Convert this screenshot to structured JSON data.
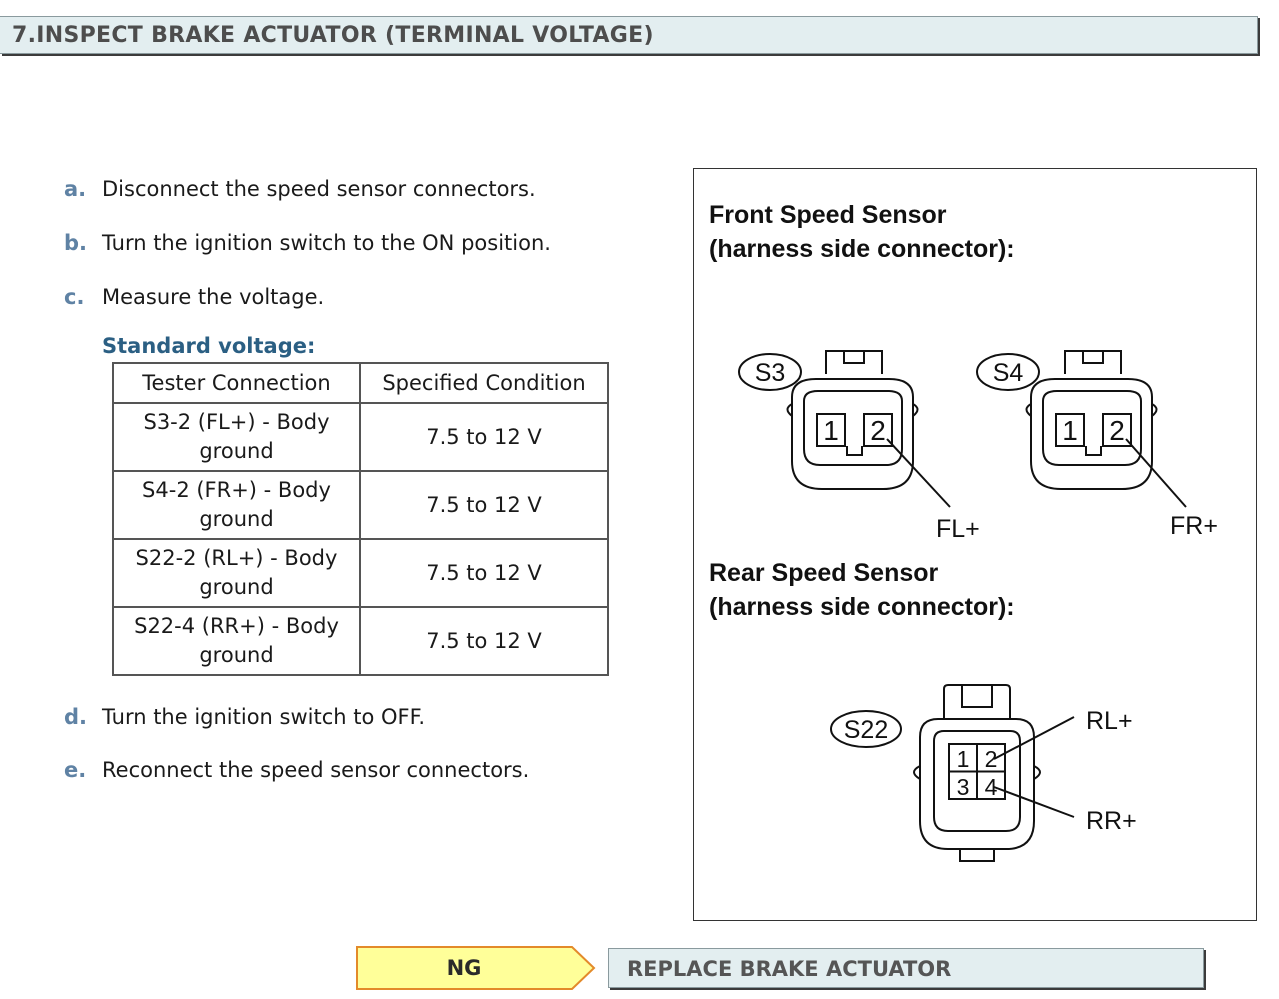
{
  "header": {
    "title": "7.INSPECT BRAKE ACTUATOR (TERMINAL VOLTAGE)"
  },
  "steps": [
    {
      "letter": "a.",
      "text": "Disconnect the speed sensor connectors."
    },
    {
      "letter": "b.",
      "text": "Turn the ignition switch to the ON position."
    },
    {
      "letter": "c.",
      "text": "Measure the voltage."
    },
    {
      "letter": "d.",
      "text": "Turn the ignition switch to OFF."
    },
    {
      "letter": "e.",
      "text": "Reconnect the speed sensor connectors."
    }
  ],
  "standard": {
    "label": "Standard voltage:",
    "columns": [
      "Tester Connection",
      "Specified Condition"
    ],
    "rows": [
      {
        "connection_line1": "S3-2 (FL+) - Body",
        "connection_line2": "ground",
        "condition": "7.5 to 12 V"
      },
      {
        "connection_line1": "S4-2 (FR+) - Body",
        "connection_line2": "ground",
        "condition": "7.5 to 12 V"
      },
      {
        "connection_line1": "S22-2 (RL+) - Body",
        "connection_line2": "ground",
        "condition": "7.5 to 12 V"
      },
      {
        "connection_line1": "S22-4 (RR+) - Body",
        "connection_line2": "ground",
        "condition": "7.5 to 12 V"
      }
    ]
  },
  "diagram": {
    "front_title_line1": "Front Speed Sensor",
    "front_title_line2": "(harness side connector):",
    "rear_title_line1": "Rear Speed Sensor",
    "rear_title_line2": "(harness side connector):",
    "connector_s3": "S3",
    "connector_s4": "S4",
    "connector_s22": "S22",
    "pin_1": "1",
    "pin_2": "2",
    "pin_3": "3",
    "pin_4": "4",
    "label_fl": "FL+",
    "label_fr": "FR+",
    "label_rl": "RL+",
    "label_rr": "RR+"
  },
  "navigation": {
    "result": "NG",
    "action": "REPLACE BRAKE ACTUATOR",
    "result_color": "#ffff99"
  }
}
